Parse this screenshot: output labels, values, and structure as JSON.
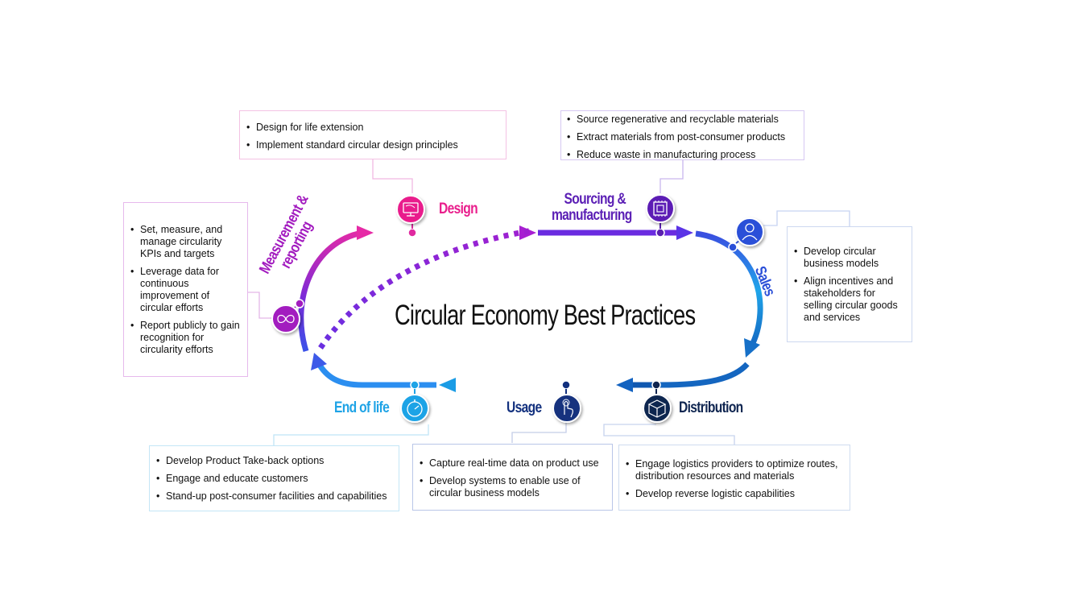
{
  "title": "Circular Economy Best Practices",
  "colors": {
    "design": "#e91e8c",
    "sourcing": "#5b1fb5",
    "sales": "#2a4fd8",
    "distribution": "#0f2550",
    "usage": "#12307e",
    "end_of_life": "#1ea3e6",
    "measurement": "#a21bbf"
  },
  "stages": {
    "design": {
      "label": "Design",
      "icon": "monitor-design-icon",
      "items": [
        "Design for life extension",
        "Implement standard circular design principles"
      ]
    },
    "sourcing": {
      "label_line1": "Sourcing &",
      "label_line2": "manufacturing",
      "icon": "microchip-icon",
      "items": [
        "Source regenerative and recyclable materials",
        "Extract materials from post-consumer products",
        "Reduce waste in manufacturing process"
      ]
    },
    "sales": {
      "label": "Sales",
      "icon": "person-icon",
      "items": [
        "Develop circular business models",
        "Align incentives and stakeholders for selling circular goods and services"
      ]
    },
    "distribution": {
      "label": "Distribution",
      "icon": "open-box-icon",
      "items": [
        "Engage logistics providers to optimize routes, distribution resources and materials",
        "Develop reverse logistic capabilities"
      ]
    },
    "usage": {
      "label": "Usage",
      "icon": "touch-hand-icon",
      "items": [
        "Capture real-time data on product  use",
        "Develop systems to enable use of circular business models"
      ]
    },
    "end_of_life": {
      "label": "End of life",
      "icon": "stopwatch-icon",
      "items": [
        "Develop Product Take-back options",
        "Engage and educate customers",
        "Stand-up post-consumer facilities and capabilities"
      ]
    },
    "measurement": {
      "label_line1": "Measurement &",
      "label_line2": "reporting",
      "icon": "infinity-loop-icon",
      "items": [
        "Set, measure, and manage circularity KPIs and targets",
        "Leverage data for continuous improvement of circular efforts",
        "Report publicly to gain recognition for circularity efforts"
      ]
    }
  }
}
